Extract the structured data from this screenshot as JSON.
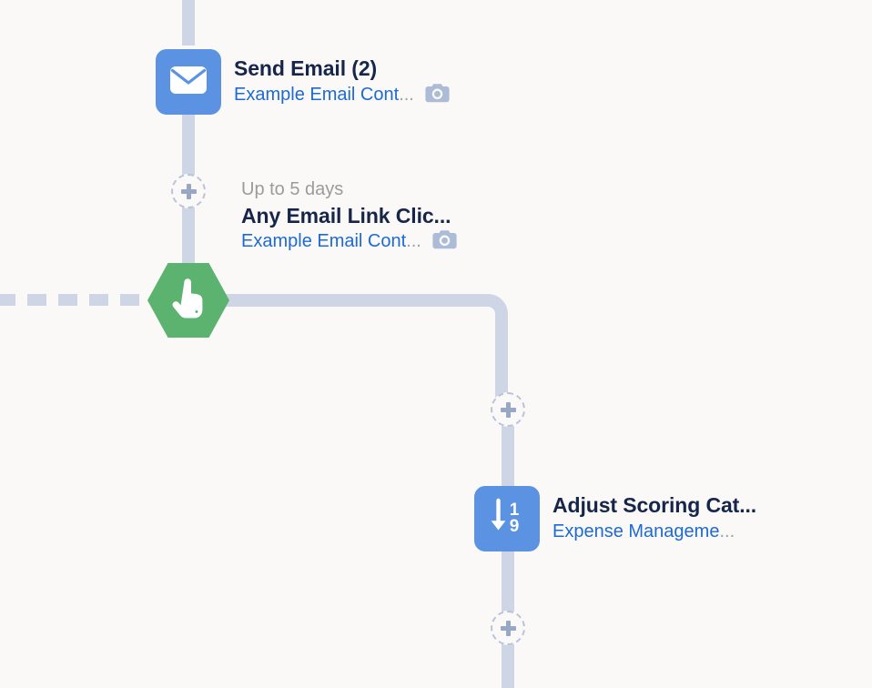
{
  "canvas": {
    "background_color": "#faf9f8",
    "connector_color": "#ced6e5",
    "accent_blue": "#5b93e2",
    "accent_green": "#5cb370",
    "title_color": "#16264a",
    "link_color": "#1d6ad4",
    "muted_color": "#9b9b9b"
  },
  "nodes": {
    "send_email": {
      "title": "Send Email (2)",
      "subtitle": "Example Email Cont",
      "subtitle_ellipsis": "...",
      "icon": "envelope-icon",
      "camera_icon": "camera-icon"
    },
    "email_link_click": {
      "eyebrow": "Up to 5 days",
      "title": "Any Email Link Clic...",
      "subtitle": "Example Email Cont",
      "subtitle_ellipsis": "...",
      "camera_icon": "camera-icon"
    },
    "decision": {
      "icon": "pointing-hand-icon",
      "shape": "hexagon"
    },
    "adjust_scoring": {
      "title": "Adjust Scoring Cat...",
      "subtitle": "Expense Manageme",
      "subtitle_ellipsis": "...",
      "icon": "sort-descending-icon"
    }
  },
  "add_nodes": {
    "label": "+",
    "upper_label": "+",
    "middle_label": "+",
    "lower_label": "+"
  }
}
